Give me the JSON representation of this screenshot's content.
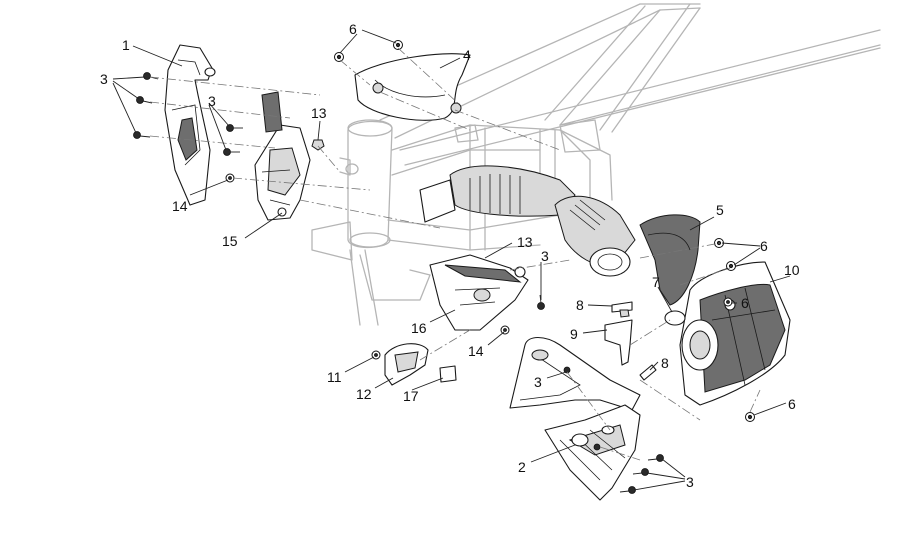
{
  "callouts": [
    {
      "label": "1"
    },
    {
      "label": "3"
    },
    {
      "label": "3"
    },
    {
      "label": "14"
    },
    {
      "label": "15"
    },
    {
      "label": "13"
    },
    {
      "label": "6"
    },
    {
      "label": "4"
    },
    {
      "label": "13"
    },
    {
      "label": "3"
    },
    {
      "label": "16"
    },
    {
      "label": "14"
    },
    {
      "label": "11"
    },
    {
      "label": "12"
    },
    {
      "label": "17"
    },
    {
      "label": "8"
    },
    {
      "label": "9"
    },
    {
      "label": "8"
    },
    {
      "label": "7"
    },
    {
      "label": "5"
    },
    {
      "label": "6"
    },
    {
      "label": "10"
    },
    {
      "label": "6"
    },
    {
      "label": "6"
    },
    {
      "label": "3"
    },
    {
      "label": "2"
    },
    {
      "label": "3"
    }
  ]
}
